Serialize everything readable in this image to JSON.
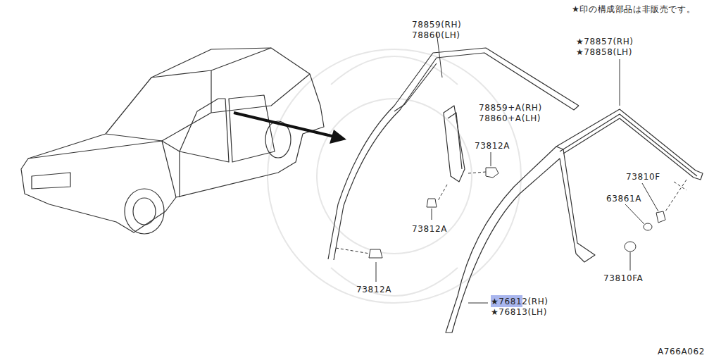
{
  "diagram": {
    "labels": [
      "★印の構成部品は非販売です。",
      "78859(RH)",
      "78860(LH)",
      "★78857(RH)",
      "★78858(LH)",
      "78859+A(RH)",
      "78860+A(LH)",
      "73812A",
      "73810F",
      "63861A",
      "73812A",
      "73810FA",
      "73812A",
      "★76812(RH)",
      "★76813(LH)",
      "A766A062"
    ]
  }
}
